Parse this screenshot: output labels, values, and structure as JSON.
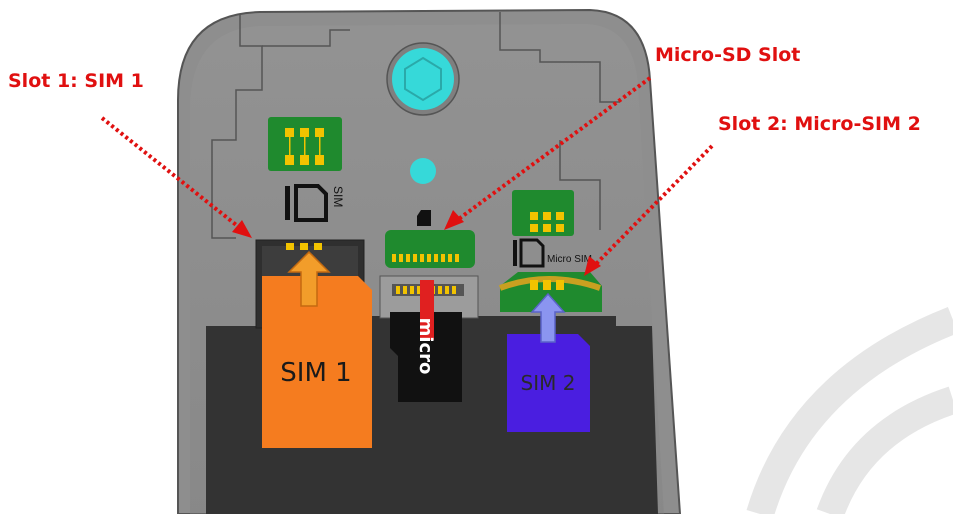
{
  "callouts": {
    "slot1": "Slot 1: SIM 1",
    "microsd": "Micro-SD Slot",
    "slot2": "Slot 2: Micro-SIM 2"
  },
  "cards": {
    "sim1": "SIM 1",
    "sim2": "SIM 2",
    "microsd_logo": "micro"
  },
  "markings": {
    "slot1_icon": "SIM",
    "slot2_icon": "Micro SIM"
  },
  "colors": {
    "callout": "#e01010",
    "phone_body": "#8e8e8e",
    "phone_outline": "#555555",
    "battery_bay": "#333333",
    "pcb_green": "#1f8a2e",
    "pin_gold": "#f2c300",
    "sim1_card": "#f57c1f",
    "sim2_card": "#4a1ee0",
    "insert_arrow_orange": "#f29d2a",
    "insert_arrow_blue": "#8b95f0",
    "microsd_card": "#111111",
    "microsd_tab": "#e02020",
    "camera": "#36d9d9",
    "slot2_frame": "#c9a020"
  },
  "icons": [
    "sim-card-outline-icon",
    "micro-sim-outline-icon",
    "insert-arrow-icon"
  ]
}
